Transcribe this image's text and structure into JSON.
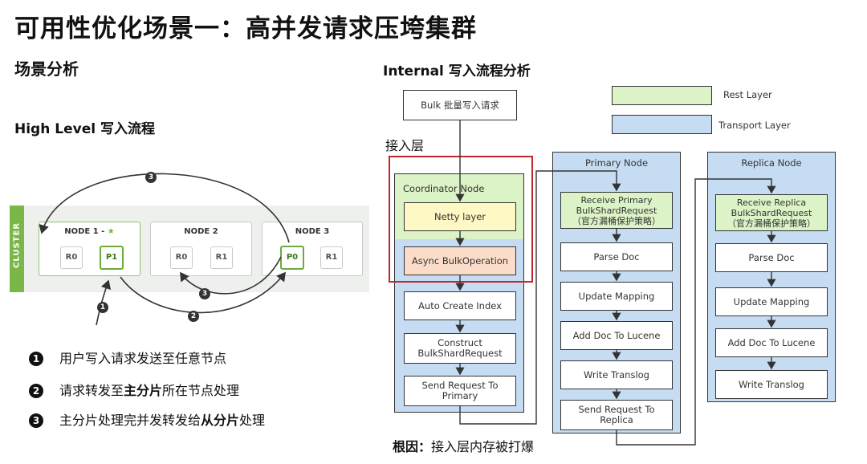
{
  "title": "可用性优化场景一：高并发请求压垮集群",
  "left": {
    "heading": "场景分析",
    "subheading": "High Level 写入流程",
    "cluster_label": "CLUSTER",
    "nodes": [
      {
        "label": "NODE 1 -",
        "star": "★",
        "shards": [
          "R0",
          "P1"
        ]
      },
      {
        "label": "NODE 2",
        "star": "",
        "shards": [
          "R0",
          "R1"
        ]
      },
      {
        "label": "NODE 3",
        "star": "",
        "shards": [
          "P0",
          "R1"
        ]
      }
    ],
    "arrow_markers": [
      "1",
      "2",
      "3",
      "3"
    ],
    "steps": [
      {
        "num": "1",
        "parts": [
          "用户写入请求发送至任意节点"
        ]
      },
      {
        "num": "2",
        "parts": [
          "请求转发至",
          "主分片",
          "所在节点处理"
        ]
      },
      {
        "num": "3",
        "parts": [
          "主分片处理完并发转发给",
          "从分片",
          "处理"
        ]
      }
    ]
  },
  "right": {
    "heading": "Internal 写入流程分析",
    "bulk_box": "Bulk 批量写入请求",
    "access_layer_label": "接入层",
    "legend": [
      {
        "label": "Rest Layer",
        "color": "#dbf3c6"
      },
      {
        "label": "Transport Layer",
        "color": "#c5dcf3"
      }
    ],
    "coordinator": {
      "title": "Coordinator Node",
      "netty": "Netty layer",
      "async": "Async BulkOperation",
      "steps": [
        "Auto Create Index",
        "Construct\nBulkShardRequest",
        "Send Request To\nPrimary"
      ]
    },
    "primary": {
      "title": "Primary Node",
      "receive": "Receive Primary\nBulkShardRequest\n（官方漏桶保护策略）",
      "steps": [
        "Parse Doc",
        "Update Mapping",
        "Add Doc To Lucene",
        "Write Translog",
        "Send Request To\nReplica"
      ]
    },
    "replica": {
      "title": "Replica Node",
      "receive": "Receive Replica\nBulkShardRequest\n（官方漏桶保护策略）",
      "steps": [
        "Parse Doc",
        "Update Mapping",
        "Add Doc To Lucene",
        "Write Translog"
      ]
    },
    "root_cause_label": "根因：",
    "root_cause_text": "接入层内存被打爆"
  },
  "colors": {
    "rest": "#dbf3c6",
    "transport": "#c5dcf3",
    "highlight_border": "#c0282d",
    "cluster_green": "#7ab648"
  }
}
